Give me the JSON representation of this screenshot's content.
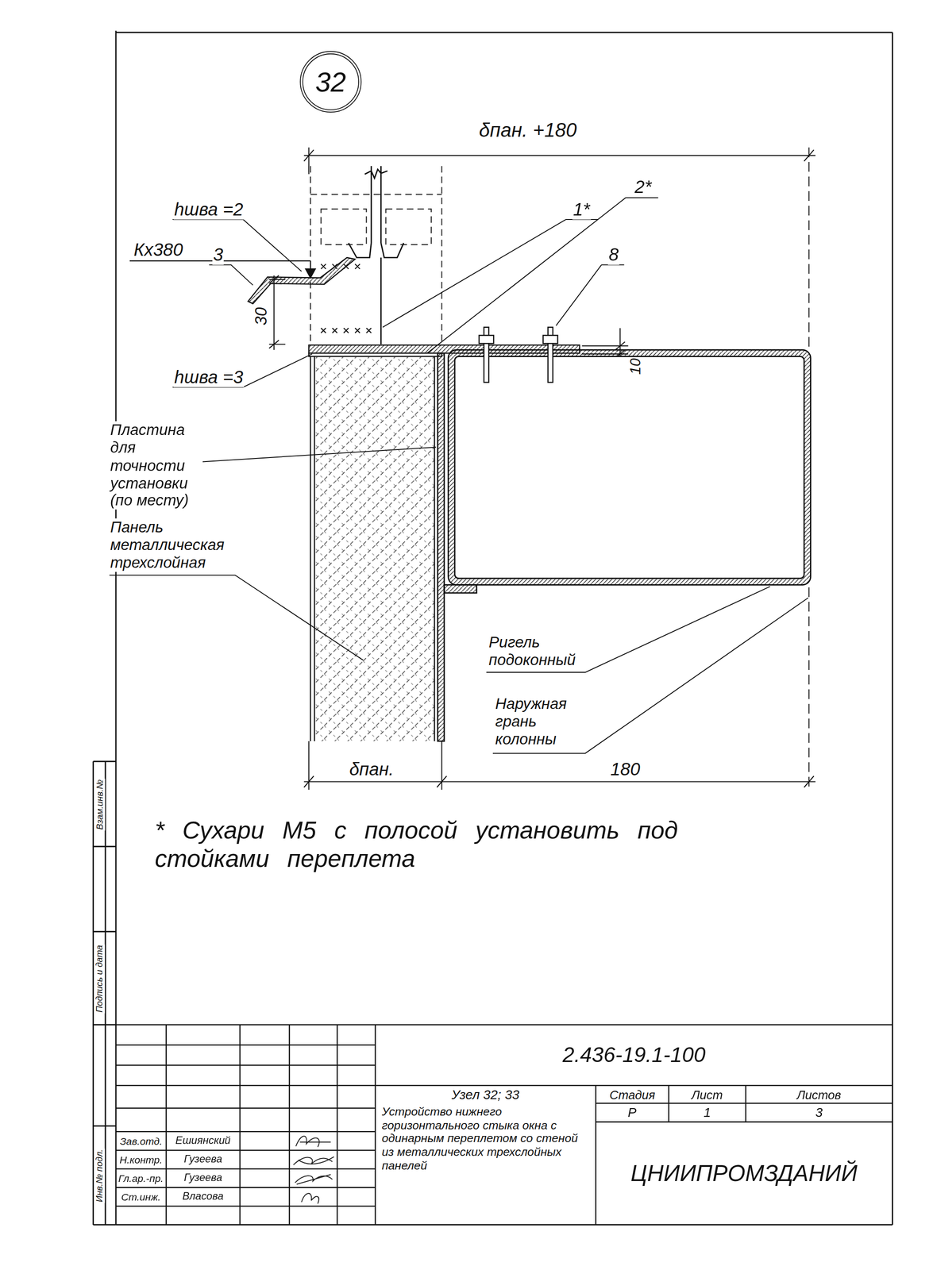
{
  "diagram": {
    "nodes": [
      {
        "text": [
          "32"
        ]
      }
    ],
    "labels": [
      "δпан. +180",
      "hшва =2",
      "3",
      "2*",
      "1*",
      "8",
      "30",
      "Кх380",
      "10",
      "hшва =3",
      "Пластина для точности установки (по месту)",
      "Панель металлическая трехслойная",
      "Ригель подоконный",
      "Наружная грань колонны",
      "δпан.",
      "180",
      "* Сухари М5 с полосой установить под стойками переплета",
      "2.436-19.1-100",
      "Узел 32; 33",
      "Устройство нижнего горизонтального стыка окна с одинарным переплетом со стеной из металлических трехслойных панелей",
      "Стадия",
      "Лист",
      "Листов",
      "Р",
      "1",
      "3",
      "ЦНИИПРОМЗДАНИЙ",
      "Зав.отд.",
      "Ешиянский",
      "Н.контр.",
      "Гузеева",
      "Гл.ар.-пр.",
      "Гузеева",
      "Ст.инж.",
      "Власова",
      "Инв.№ подл.",
      "Подпись и дата",
      "Взам.инв.№"
    ]
  }
}
